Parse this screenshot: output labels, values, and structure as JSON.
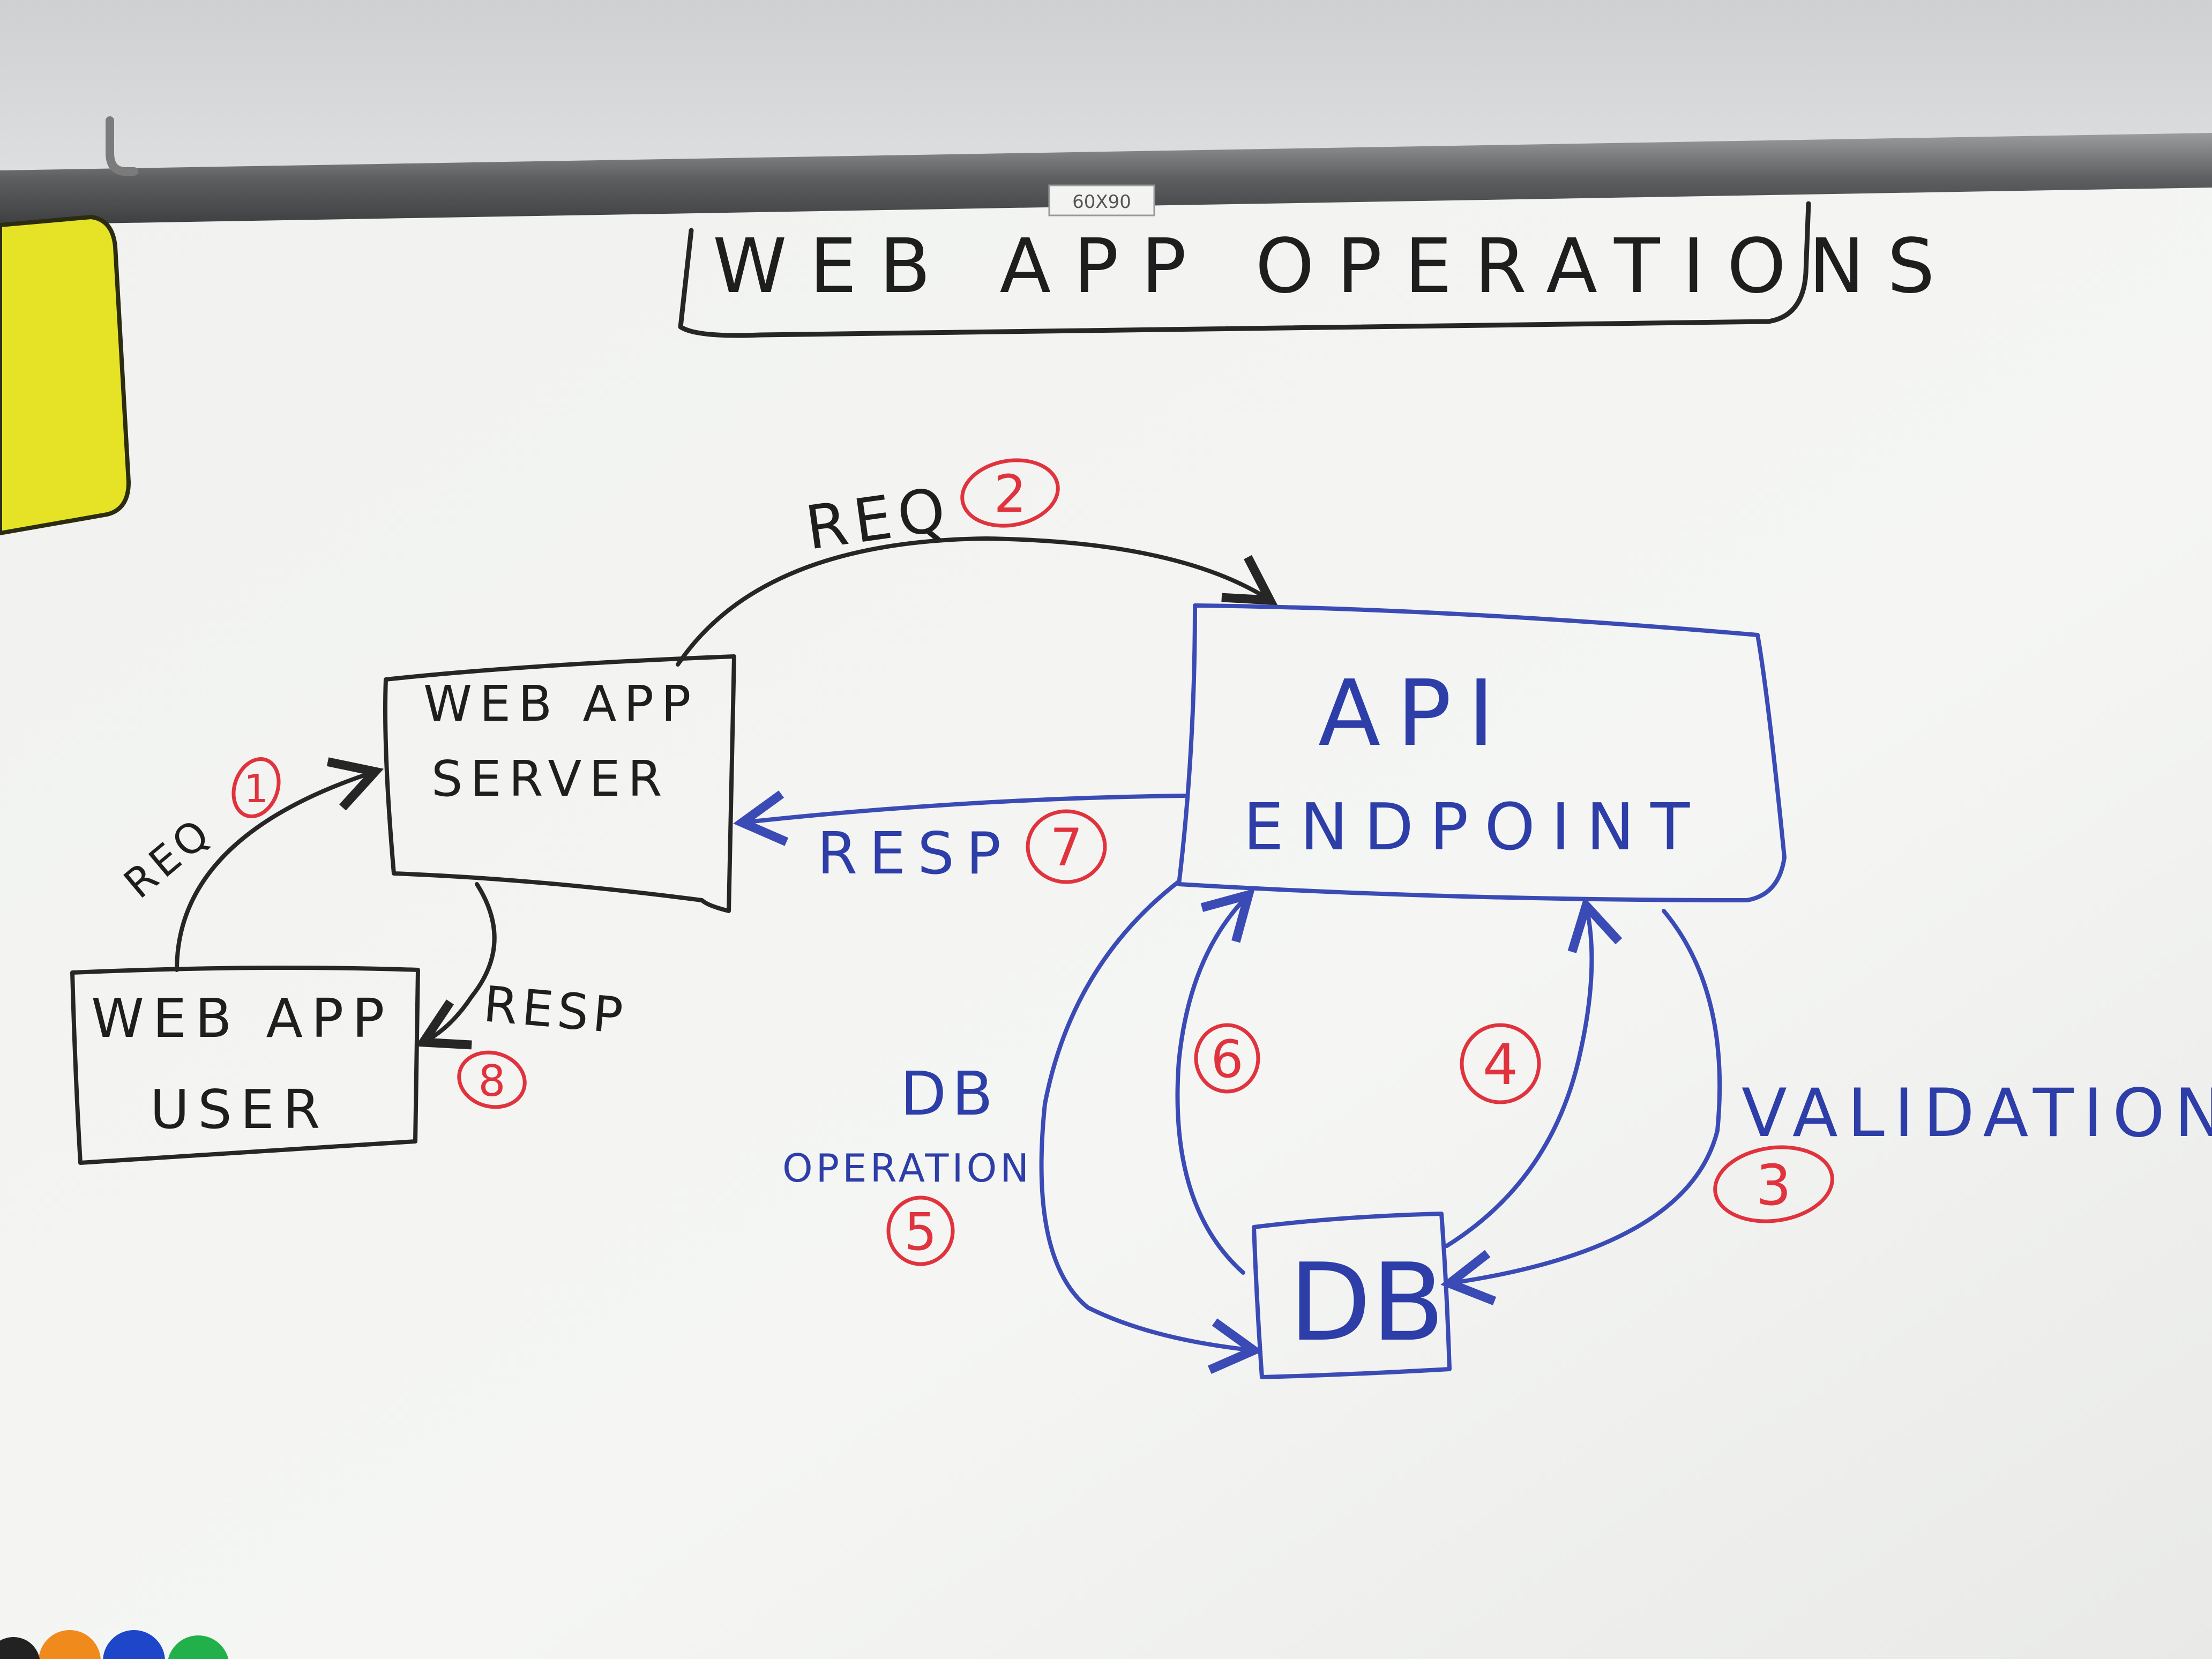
{
  "title": "WEB APP OPERATIONS",
  "rail_label": "60X90",
  "nodes": {
    "web_app_user": "WEB APP USER",
    "web_app_server": "WEB APP SERVER",
    "api_endpoint": "API ENDPOINT",
    "db": "DB"
  },
  "edges": [
    {
      "label": "REQ",
      "step": "1"
    },
    {
      "label": "REQ",
      "step": "2"
    },
    {
      "label": "VALIDATION",
      "step": "3"
    },
    {
      "label": "",
      "step": "4"
    },
    {
      "label": "DB OPERATION",
      "step": "5"
    },
    {
      "label": "",
      "step": "6"
    },
    {
      "label": "RESP",
      "step": "7"
    },
    {
      "label": "RESP",
      "step": "8"
    }
  ],
  "colors": {
    "board": "#f4f5f3",
    "black_marker": "#1e1e1e",
    "blue_marker": "#2e3ea8",
    "red_marker": "#e0333d",
    "note": "#e6e326"
  }
}
